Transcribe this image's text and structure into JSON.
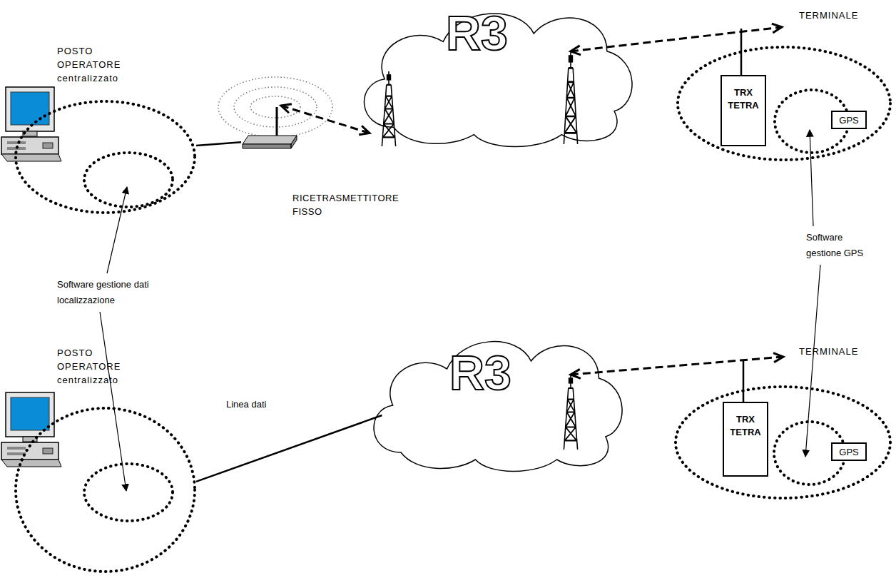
{
  "diagram": {
    "nodes": [
      {
        "text": [
          "POSTO OPERATORE centralizzato"
        ]
      },
      {
        "text": [
          "RICETRASMETTITORE FISSO"
        ]
      },
      {
        "text": [
          "R3"
        ]
      },
      {
        "text": [
          "TERMINALE"
        ]
      },
      {
        "text": [
          "TRX TETRA"
        ],
        "in": 3
      },
      {
        "text": [
          "GPS"
        ],
        "in": 3
      },
      {
        "text": [
          "POSTO OPERATORE centralizzato"
        ]
      },
      {
        "text": [
          "R3"
        ]
      },
      {
        "text": [
          "TERMINALE"
        ]
      },
      {
        "text": [
          "TRX TETRA"
        ],
        "in": 8
      },
      {
        "text": [
          "GPS"
        ],
        "in": 8
      }
    ],
    "edges": [
      {
        "from": 0,
        "to": 1,
        "arrow": "none"
      },
      {
        "from": 2,
        "to": 1,
        "arrow": "both"
      },
      {
        "from": 2,
        "to": 4,
        "arrow": "both"
      },
      {
        "from": 6,
        "to": 7,
        "label": "Linea dati",
        "arrow": "none"
      },
      {
        "from": 7,
        "to": 9,
        "arrow": "both"
      }
    ],
    "labels": [
      "Software gestione dati localizzazione",
      "Software gestione GPS"
    ]
  }
}
